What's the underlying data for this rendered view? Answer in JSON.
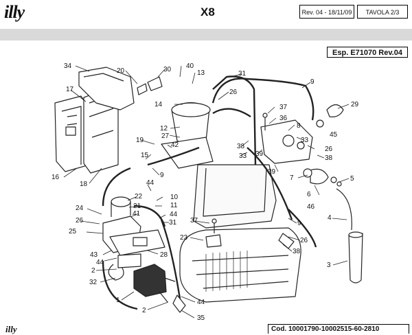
{
  "header": {
    "logo": "illy",
    "model": "X8",
    "revision": "Rev. 04 - 18/11/09",
    "table": "TAVOLA   2/3"
  },
  "exploded_view": {
    "ref": "Esp. E71070 Rev.04",
    "callouts": [
      "1",
      "2",
      "2",
      "3",
      "4",
      "5",
      "6",
      "7",
      "8",
      "9",
      "9",
      "9",
      "10",
      "11",
      "12",
      "13",
      "14",
      "15",
      "16",
      "17",
      "18",
      "19",
      "20",
      "21",
      "22",
      "23",
      "24",
      "25",
      "26",
      "26",
      "26",
      "26",
      "27",
      "28",
      "29",
      "30",
      "31",
      "31",
      "32",
      "33",
      "33",
      "35",
      "36",
      "37",
      "37",
      "38",
      "38",
      "38",
      "39",
      "39",
      "40",
      "41",
      "42",
      "43",
      "44",
      "44",
      "44",
      "44",
      "45",
      "46"
    ]
  },
  "footer": {
    "logo": "illy",
    "code": "Cod. 10001790-10002515-60-2810"
  }
}
